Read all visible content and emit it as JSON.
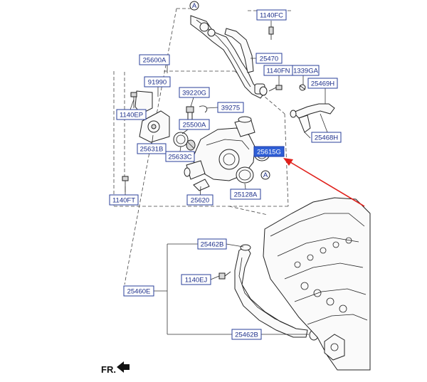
{
  "labels": {
    "p1140FC": "1140FC",
    "p25470": "25470",
    "p1140FN": "1140FN",
    "p1339GA": "1339GA",
    "p25469H": "25469H",
    "p25468H": "25468H",
    "p25600A": "25600A",
    "p91990": "91990",
    "p39220G": "39220G",
    "p39275": "39275",
    "p1140EP": "1140EP",
    "p25500A": "25500A",
    "p25631B": "25631B",
    "p25633C": "25633C",
    "p25615G": "25615G",
    "p25128A": "25128A",
    "p1140FT": "1140FT",
    "p25620": "25620",
    "p25462B_top": "25462B",
    "p1140EJ": "1140EJ",
    "p25460E": "25460E",
    "p25462B_bottom": "25462B"
  },
  "markers": {
    "a_top": "A",
    "a_right": "A"
  },
  "footer": {
    "direction": "FR."
  },
  "highlight": {
    "part": "25615G",
    "color": "#2f5fd6",
    "arrow_color": "#e0201b"
  }
}
